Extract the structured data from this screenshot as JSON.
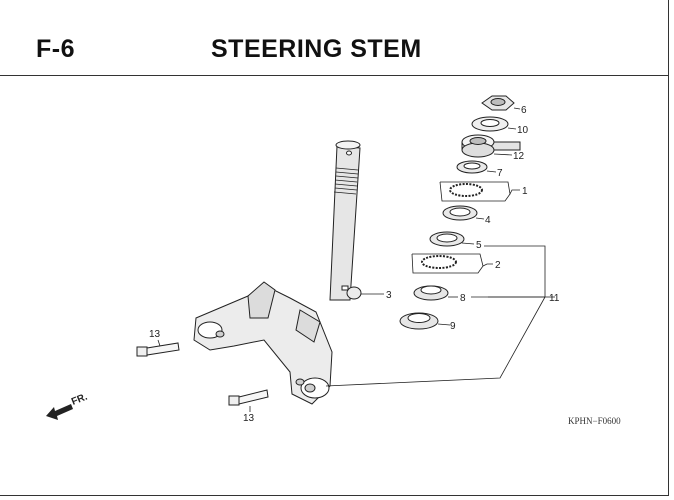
{
  "header": {
    "section": "F-6",
    "title": "STEERING STEM"
  },
  "callouts": {
    "c6": "6",
    "c10": "10",
    "c12": "12",
    "c7": "7",
    "c1": "1",
    "c4": "4",
    "c5": "5",
    "c2": "2",
    "c8": "8",
    "c11": "11",
    "c9": "9",
    "c3": "3",
    "c13a": "13",
    "c13b": "13"
  },
  "direction_label": "FR.",
  "drawing_code": "KPHN−F0600"
}
